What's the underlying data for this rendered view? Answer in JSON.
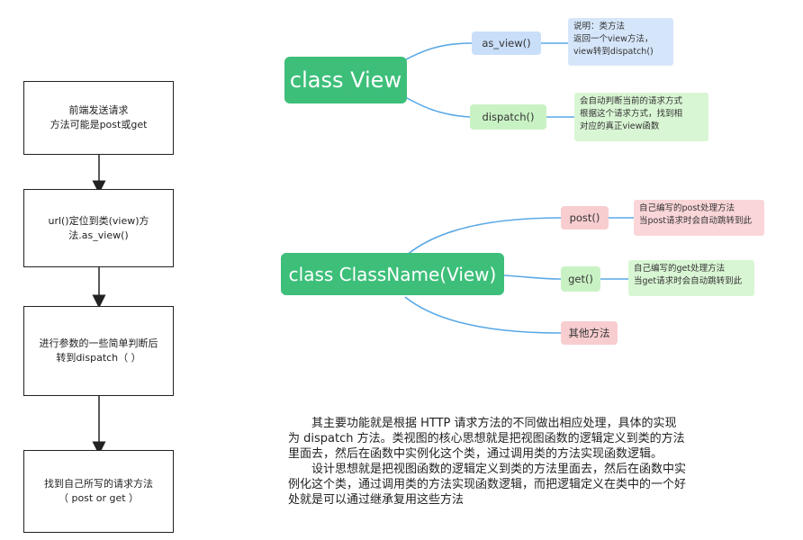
{
  "flowchart": {
    "steps": [
      "前端发送请求\n方法可能是post或get",
      "url()定位到类(view)方\n法.as_view()",
      "进行参数的一些简单判断后\n转到dispatch（ ）",
      "找到自己所写的请求方法\n（ post or get ）"
    ]
  },
  "mindmap_view": {
    "root": "class View",
    "branches": [
      {
        "label": "as_view()",
        "note": "说明：类方法\n返回一个view方法，\nview转到dispatch()"
      },
      {
        "label": "dispatch()",
        "note": "会自动判断当前的请求方式\n根据这个请求方式，找到相\n对应的真正view函数"
      }
    ]
  },
  "mindmap_classname": {
    "root": "class ClassName(View)",
    "branches": [
      {
        "label": "post()",
        "note": "自己编写的post处理方法\n当post请求时会自动跳转到此"
      },
      {
        "label": "get()",
        "note": "自己编写的get处理方法\n当get请求时会自动跳转到此"
      },
      {
        "label": "其他方法",
        "note": ""
      }
    ]
  },
  "description": {
    "para1_line1": "　　其主要功能就是根据 HTTP 请求方法的不同做出相应处理，具体的实现",
    "para1_line2": "为 dispatch 方法。类视图的核心思想就是把视图函数的逻辑定义到类的方法",
    "para1_line3": "里面去，然后在函数中实例化这个类，通过调用类的方法实现函数逻辑。",
    "para2_line1": "　　设计思想就是把视图函数的逻辑定义到类的方法里面去，然后在函数中实",
    "para2_line2": "例化这个类，通过调用类的方法实现函数逻辑，而把逻辑定义在类中的一个好",
    "para2_line3": "处就是可以通过继承复用这些方法"
  },
  "colors": {
    "root_green": "#3dbf7a",
    "line_blue": "#5aa9e6",
    "blue_branch": "#c9def8",
    "green_branch": "#c9f2c4",
    "red_branch": "#f8cdd0"
  }
}
